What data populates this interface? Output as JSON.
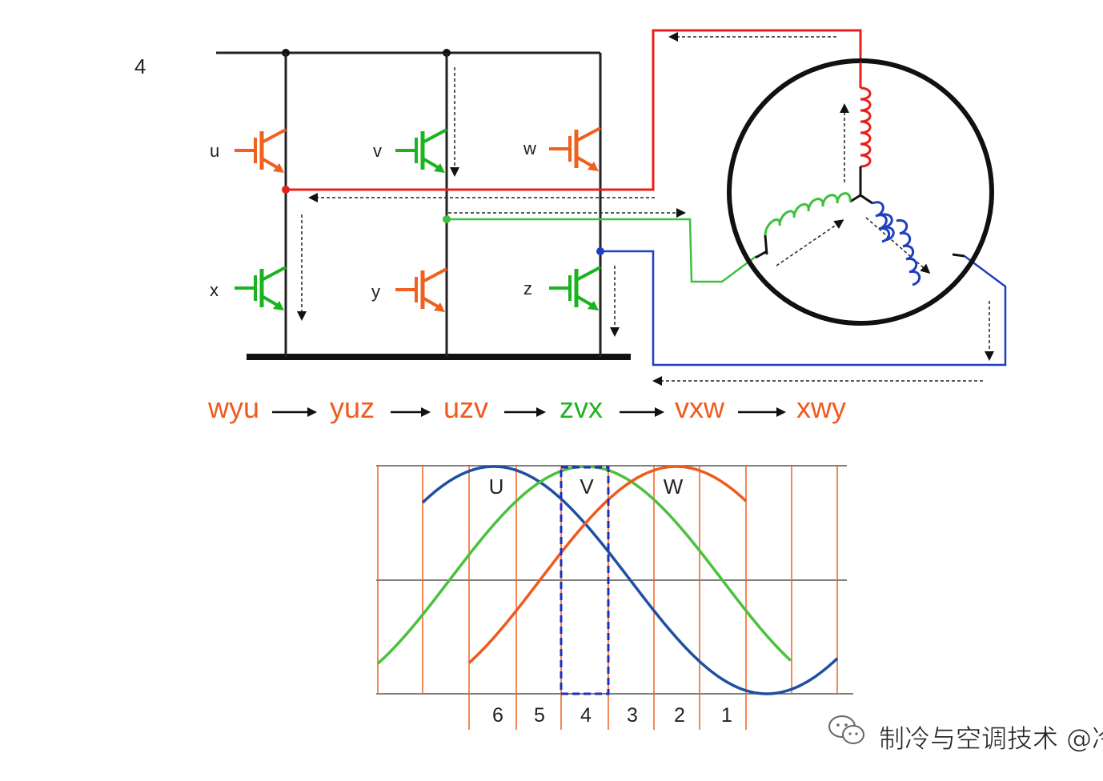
{
  "figure_number": "4",
  "switches": {
    "upper": [
      "u",
      "v",
      "w"
    ],
    "lower": [
      "x",
      "y",
      "z"
    ]
  },
  "sequence": [
    {
      "text": "wyu",
      "color": "#f05a1e"
    },
    {
      "text": "yuz",
      "color": "#f05a1e"
    },
    {
      "text": "uzv",
      "color": "#f05a1e"
    },
    {
      "text": "zvx",
      "color": "#22b422"
    },
    {
      "text": "vxw",
      "color": "#f05a1e"
    },
    {
      "text": "xwy",
      "color": "#f05a1e"
    }
  ],
  "waves": {
    "labels": [
      "U",
      "V",
      "W"
    ],
    "colors": {
      "U": "#1f4fa3",
      "V": "#4ac23d",
      "W": "#f05a1e"
    },
    "sectors": [
      "6",
      "5",
      "4",
      "3",
      "2",
      "1"
    ],
    "highlight_sector": "4"
  },
  "colors": {
    "phase_u": "#e8201c",
    "phase_v": "#3fbf3f",
    "phase_w": "#1f3fbf",
    "igbt_active": "#19b41e",
    "igbt_idle": "#f0601e",
    "grid_line": "#f0601e"
  },
  "watermark": "制冷与空调技术 @冷暖技术"
}
